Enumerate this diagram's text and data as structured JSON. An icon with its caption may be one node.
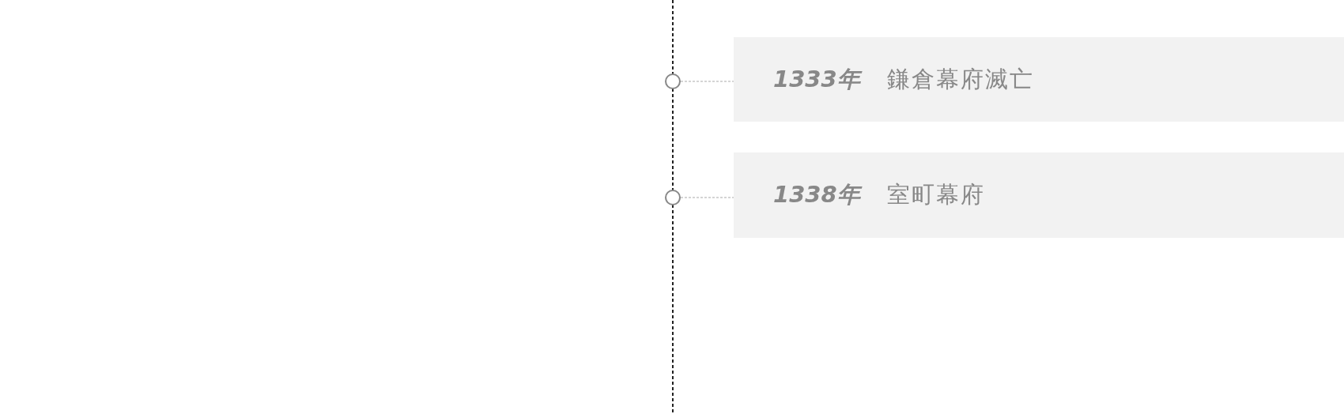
{
  "diagram": {
    "nodes": [
      {
        "text": [],
        "shape": "circle"
      },
      {
        "text": [
          "1333年",
          "鎌倉幕府滅亡"
        ]
      },
      {
        "text": [],
        "shape": "circle"
      },
      {
        "text": [
          "1338年",
          "室町幕府"
        ]
      }
    ],
    "edges": [
      {
        "from": 0,
        "to": 1,
        "arrow": "none",
        "style": "dashed"
      },
      {
        "from": 2,
        "to": 3,
        "arrow": "none",
        "style": "dashed"
      }
    ]
  }
}
